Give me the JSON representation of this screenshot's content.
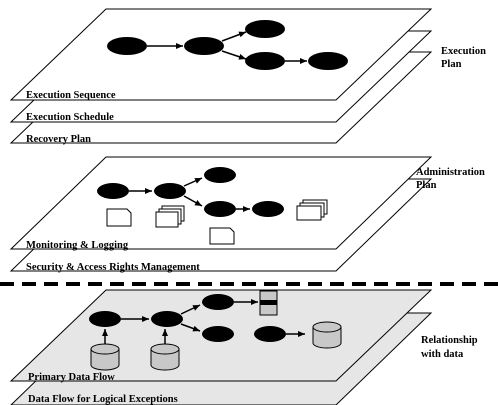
{
  "sections": {
    "execution": {
      "side_label": [
        "Execution",
        "Plan"
      ],
      "layers": [
        "Execution Sequence",
        "Execution Schedule",
        "Recovery Plan"
      ]
    },
    "administration": {
      "side_label": [
        "Administration",
        "Plan"
      ],
      "layers": [
        "Monitoring & Logging",
        "Security & Access Rights Management"
      ]
    },
    "data": {
      "side_label": [
        "Relationship",
        "with data"
      ],
      "layers": [
        "Primary Data Flow",
        "Data Flow for Logical Exceptions"
      ]
    }
  },
  "colors": {
    "line": "#000000",
    "node_fill": "#000000",
    "data_plane_fill": "#e6e6e6",
    "cylinder_fill": "#c8c8c8",
    "white": "#ffffff"
  }
}
